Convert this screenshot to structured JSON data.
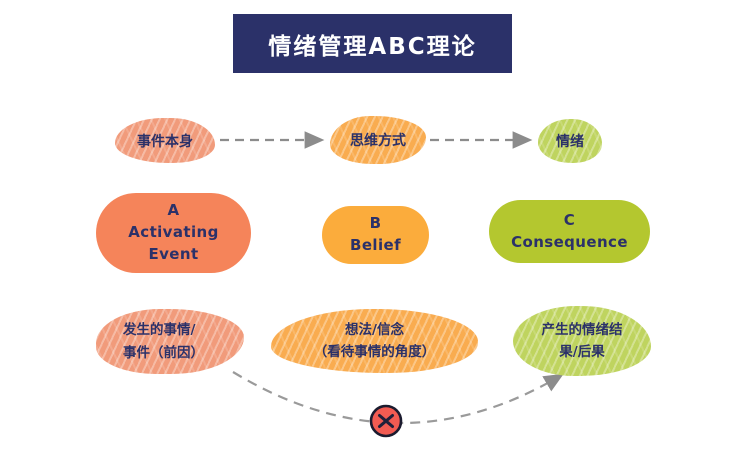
{
  "title": "情绪管理ABC理论",
  "flow": {
    "items": [
      {
        "label": "事件本身"
      },
      {
        "label": "思维方式"
      },
      {
        "label": "情绪"
      }
    ]
  },
  "abc": {
    "a": {
      "letter": "A",
      "word1": "Activating",
      "word2": "Event"
    },
    "b": {
      "letter": "B",
      "word1": "Belief"
    },
    "c": {
      "letter": "C",
      "word1": "Consequence"
    }
  },
  "descriptions": {
    "a": {
      "line1": "发生的事情/",
      "line2": "事件（前因）"
    },
    "b": {
      "line1": "想法/信念",
      "line2": "（看待事情的角度）"
    },
    "c": {
      "line1": "产生的情绪结",
      "line2": "果/后果"
    }
  },
  "icons": {
    "blocked": "x-mark-in-red-circle"
  },
  "colors": {
    "navy": "#2B3169",
    "pill_a": "#F5845A",
    "pill_b": "#FBAC3C",
    "pill_c": "#B4C72F",
    "scribble_salmon": "#F19B7B",
    "scribble_orange": "#F9AC50",
    "scribble_green": "#BFD45F",
    "arrow_gray": "#8C8C8C",
    "blocked_red": "#F15B52"
  }
}
